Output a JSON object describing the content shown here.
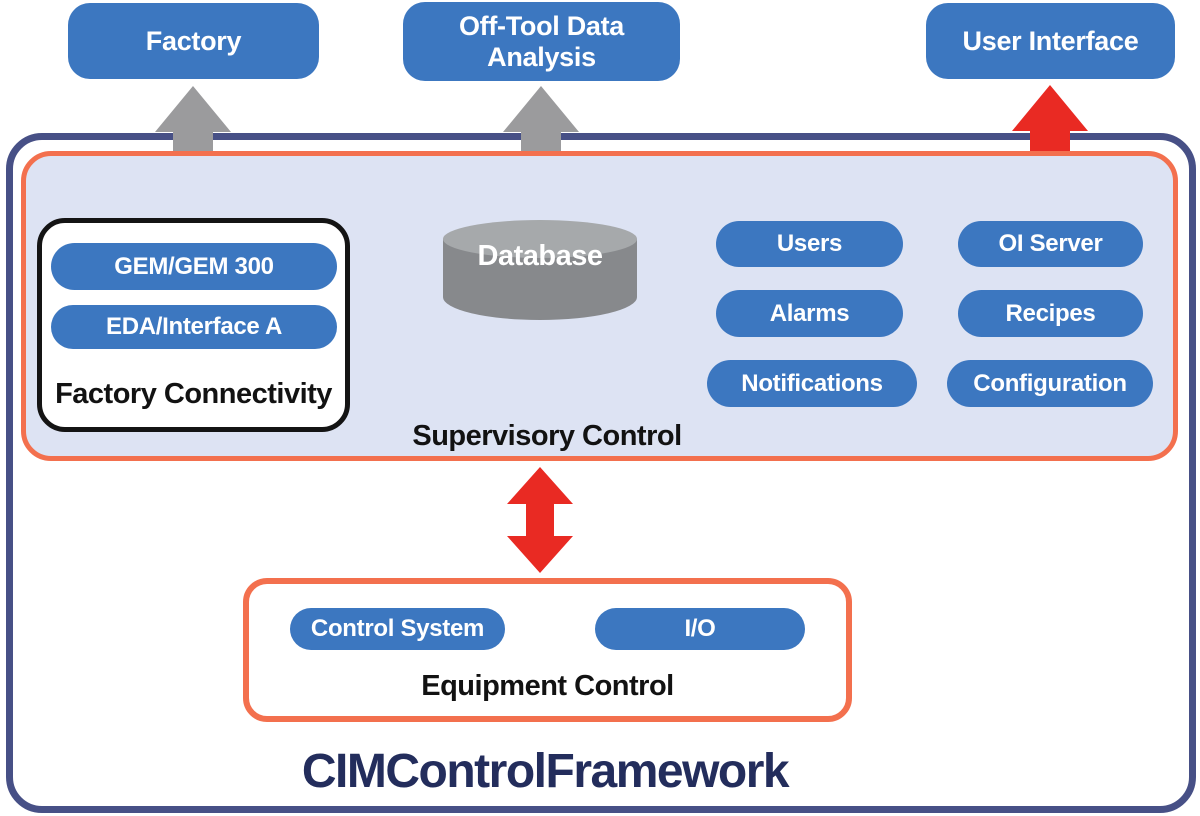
{
  "colors": {
    "node_blue": "#3c77c0",
    "frame_navy": "#475086",
    "title_navy": "#232d5c",
    "panel_orange": "#f3704e",
    "panel_lavender": "#dde3f3",
    "arrow_gray": "#9b9b9d",
    "arrow_red": "#e92a23",
    "db_body_gray": "#87898c",
    "db_top_gray": "#a6a9ab",
    "connectivity_black": "#141414",
    "text_white": "#ffffff"
  },
  "top_nodes": {
    "factory": "Factory",
    "off_tool": "Off-Tool Data Analysis",
    "user_interface": "User Interface"
  },
  "supervisory": {
    "label": "Supervisory Control",
    "factory_connectivity": {
      "label": "Factory Connectivity",
      "items": [
        "GEM/GEM 300",
        "EDA/Interface A"
      ]
    },
    "database_label": "Database",
    "pills_left": [
      "Users",
      "Alarms",
      "Notifications"
    ],
    "pills_right": [
      "OI Server",
      "Recipes",
      "Configuration"
    ]
  },
  "equipment": {
    "label": "Equipment Control",
    "items": [
      "Control System",
      "I/O"
    ]
  },
  "framework_title": "CIMControlFramework"
}
